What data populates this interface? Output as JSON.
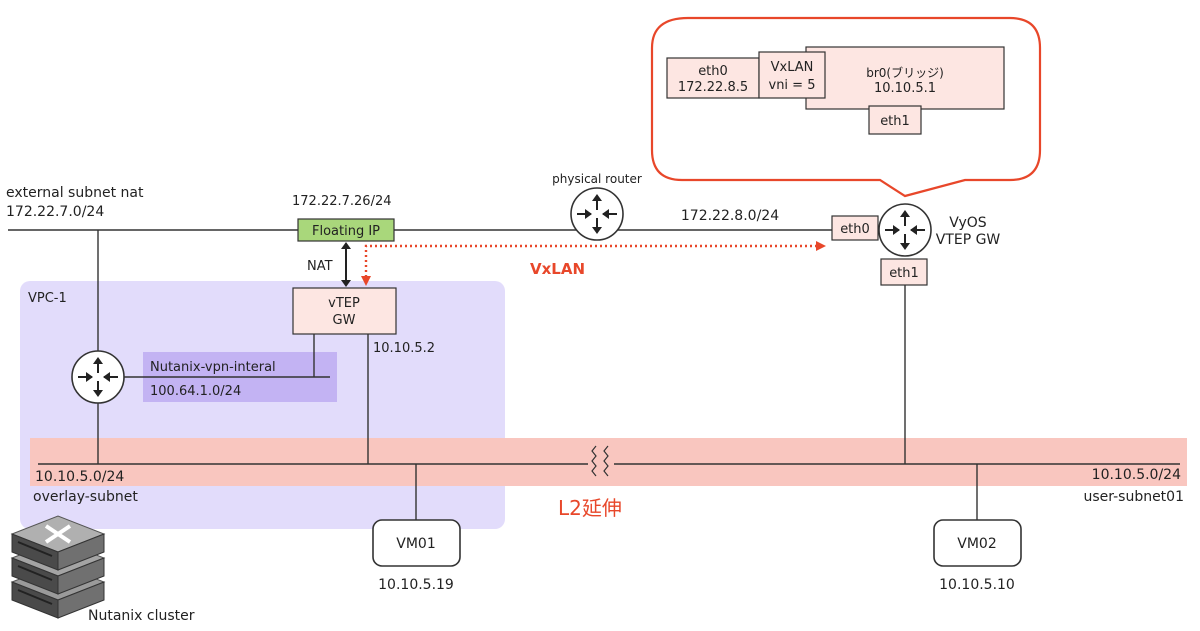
{
  "callout": {
    "eth0_label": "eth0",
    "eth0_ip": "172.22.8.5",
    "vxlan_label": "VxLAN",
    "vxlan_vni": "vni = 5",
    "br0_label": "br0(ブリッジ)",
    "br0_ip": "10.10.5.1",
    "eth1_label": "eth1"
  },
  "external": {
    "name": "external subnet nat",
    "cidr": "172.22.7.0/24"
  },
  "floating_ip": {
    "address": "172.22.7.26/24",
    "label": "Floating IP",
    "nat_label": "NAT"
  },
  "physical_router": {
    "label": "physical router",
    "network": "172.22.8.0/24"
  },
  "vyos": {
    "name": "VyOS",
    "role": "VTEP GW",
    "eth0": "eth0",
    "eth1": "eth1"
  },
  "tunnel": {
    "label": "VxLAN"
  },
  "vpc": {
    "label": "VPC-1",
    "internal_name": "Nutanix-vpn-interal",
    "internal_cidr": "100.64.1.0/24",
    "vtep_line1": "vTEP",
    "vtep_line2": "GW",
    "vtep_ip": "10.10.5.2"
  },
  "l2": {
    "label": "L2延伸",
    "left_cidr": "10.10.5.0/24",
    "left_name": "overlay-subnet",
    "right_cidr": "10.10.5.0/24",
    "right_name": "user-subnet01"
  },
  "vms": [
    {
      "name": "VM01",
      "ip": "10.10.5.19"
    },
    {
      "name": "VM02",
      "ip": "10.10.5.10"
    }
  ],
  "cluster": {
    "label": "Nutanix cluster"
  },
  "colors": {
    "accent_red": "#e8472a",
    "vpc_fill": "#e2dcfb",
    "internal_fill": "#c3b3f3",
    "l2_band": "#f9c6bf",
    "box_fill": "#fde6e2",
    "floating_fill": "#a9d77b"
  }
}
